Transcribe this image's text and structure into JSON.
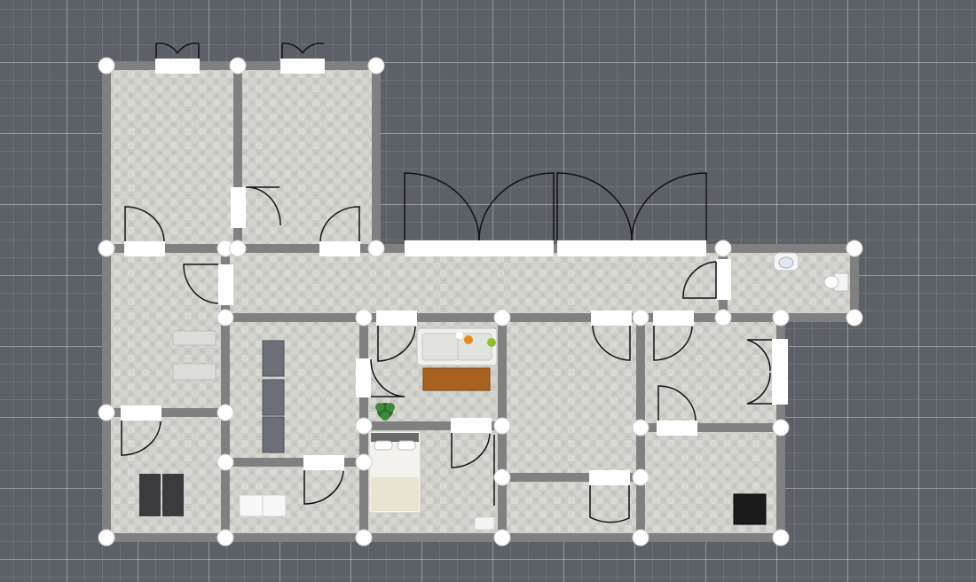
{
  "view": "2d-floor-plan",
  "colors": {
    "background": "#5b6166",
    "floor": "#cdcdc8",
    "wall": "#808080",
    "wall_handle": "#ffffff",
    "door_swing": "#111111",
    "appliance": "#3a3a3f",
    "sofa": "#f0f0ee",
    "table": "#a8611e",
    "plant": "#2e6b2e"
  },
  "icons": [
    "wall-node-handle",
    "door-swing-arc",
    "window-opening",
    "furniture-item"
  ],
  "rooms": [
    "room",
    "room",
    "room",
    "room",
    "room",
    "room",
    "room",
    "room",
    "room",
    "room",
    "room",
    "room",
    "room",
    "room"
  ],
  "furniture": [
    "sofa",
    "coffee-table",
    "potted-plant",
    "bed",
    "bench",
    "cabinet",
    "washing-machine",
    "dryer",
    "washbasin",
    "toilet",
    "shelf",
    "stove",
    "nightstand"
  ]
}
